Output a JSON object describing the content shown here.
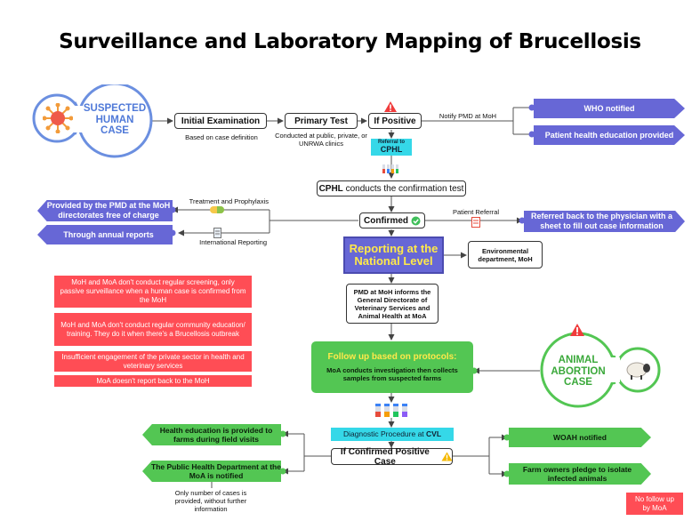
{
  "title": "Surveillance and Laboratory Mapping of Brucellosis",
  "suspected_case": {
    "line1": "SUSPECTED",
    "line2": "HUMAN",
    "line3": "CASE"
  },
  "steps": {
    "initial_exam": "Initial Examination",
    "initial_exam_note": "Based on case definition",
    "primary_test": "Primary Test",
    "primary_test_note": "Conducted at public, private, or UNRWA clinics",
    "if_positive": "If Positive",
    "notify_pmd": "Notify PMD at MoH",
    "referral_line1": "Referral to",
    "referral_line2": "CPHL",
    "cphl_bold": "CPHL",
    "cphl_rest": " conducts the confirmation test",
    "confirmed": "Confirmed",
    "treatment": "Treatment and Prophylaxis",
    "intl_reporting": "International Reporting",
    "patient_referral": "Patient Referral",
    "reporting_national": "Reporting at the National Level",
    "environmental": "Environmental department, MoH",
    "pmd_informs": "PMD at MoH informs the General Directorate of Veterinary Services and Animal Health at MoA",
    "follow_up_title": "Follow up based on protocols:",
    "follow_up_text": "MoA conducts investigation then collects samples from suspected farms",
    "diagnostic_text": "Diagnostic Procedure at ",
    "diagnostic_bold": "CVL",
    "if_confirmed_positive": "If Confirmed Positive Case"
  },
  "blue_outcomes": {
    "who": "WHO notified",
    "patient_edu": "Patient health education provided",
    "pmd_free": "Provided by the PMD at the MoH directorates free of charge",
    "annual": "Through annual reports",
    "referred_back": "Referred back to the physician with a sheet to fill out case information"
  },
  "animal_case": {
    "line1": "ANIMAL",
    "line2": "ABORTION",
    "line3": "CASE"
  },
  "green_outcomes": {
    "health_edu": "Health education is provided to farms during field visits",
    "public_health": "The Public Health Department at the MoA is notified",
    "only_number": "Only number of cases is provided, without further information",
    "woah": "WOAH notified",
    "farm_owners": "Farm owners pledge to isolate infected animals"
  },
  "gaps": [
    "MoH and MoA don't conduct regular screening, only passive surveillance when a human case is confirmed from the MoH",
    "MoH and MoA don't conduct regular community education/ training. They do it when there's a Brucellosis outbreak",
    "Insufficient engagement of the private sector in health and veterinary services",
    "MoA doesn't report back to the MoH"
  ],
  "no_follow_up": "No follow up by MoA",
  "colors": {
    "blue": "#6767d6",
    "green": "#53c653",
    "red": "#ff4d55",
    "cyan": "#35d8e8",
    "yellow": "#ffe94a"
  }
}
